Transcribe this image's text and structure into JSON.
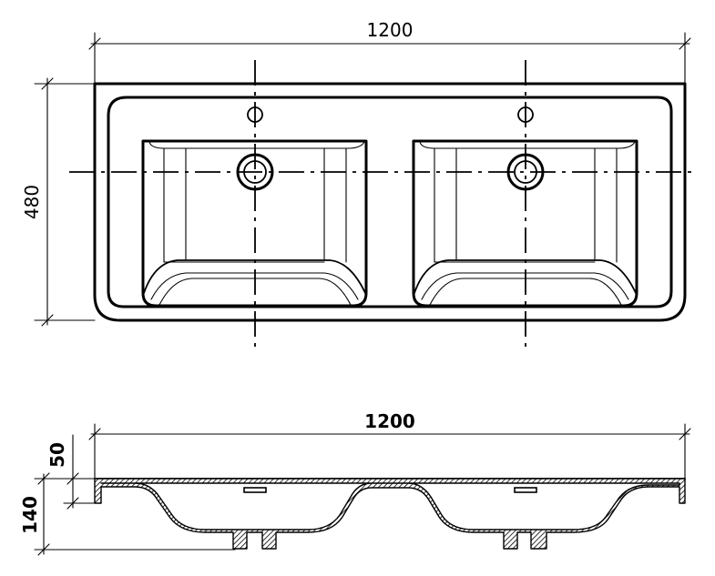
{
  "top_view": {
    "width_label": "1200",
    "depth_label": "480"
  },
  "section_view": {
    "width_label": "1200",
    "rim_label": "50",
    "height_label": "140"
  }
}
